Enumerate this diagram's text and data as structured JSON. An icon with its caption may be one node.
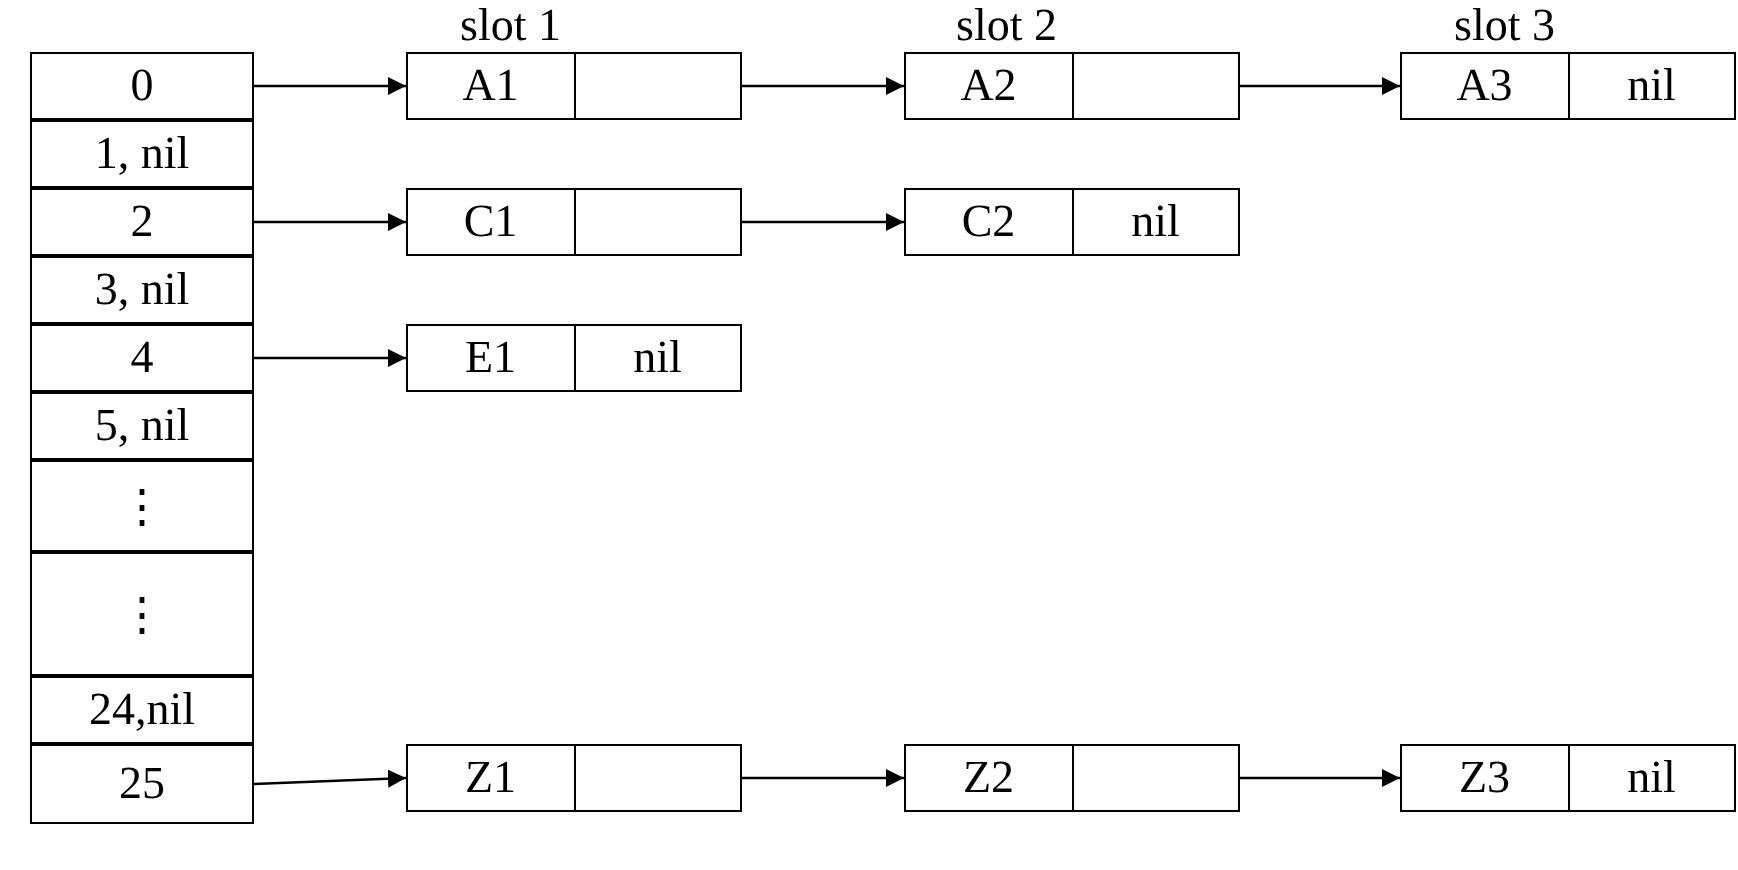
{
  "diagram": {
    "nodes": [
      {
        "text": [
          "0"
        ]
      },
      {
        "text": [
          "A1"
        ]
      },
      {
        "text": [
          "A2"
        ]
      },
      {
        "text": [
          "A3",
          "nil"
        ]
      },
      {
        "text": [
          "1, nil"
        ]
      },
      {
        "text": [
          "2"
        ]
      },
      {
        "text": [
          "C1"
        ]
      },
      {
        "text": [
          "C2",
          "nil"
        ]
      },
      {
        "text": [
          "3, nil"
        ]
      },
      {
        "text": [
          "4"
        ]
      },
      {
        "text": [
          "E1",
          "nil"
        ]
      },
      {
        "text": [
          "5, nil"
        ]
      },
      {
        "text": [
          "⋮"
        ]
      },
      {
        "text": [
          "⋮"
        ]
      },
      {
        "text": [
          "24,nil"
        ]
      },
      {
        "text": [
          "25"
        ]
      },
      {
        "text": [
          "Z1"
        ]
      },
      {
        "text": [
          "Z2"
        ]
      },
      {
        "text": [
          "Z3",
          "nil"
        ]
      }
    ],
    "edges": [
      {
        "from": 0,
        "to": 1,
        "arrow": "to"
      },
      {
        "from": 1,
        "to": 2,
        "arrow": "to"
      },
      {
        "from": 2,
        "to": 3,
        "arrow": "to"
      },
      {
        "from": 5,
        "to": 6,
        "arrow": "to"
      },
      {
        "from": 6,
        "to": 7,
        "arrow": "to"
      },
      {
        "from": 9,
        "to": 10,
        "arrow": "to"
      },
      {
        "from": 15,
        "to": 16,
        "arrow": "to"
      },
      {
        "from": 16,
        "to": 17,
        "arrow": "to"
      },
      {
        "from": 17,
        "to": 18,
        "arrow": "to"
      }
    ],
    "labels": [
      "slot 1",
      "slot 2",
      "slot 3"
    ]
  }
}
